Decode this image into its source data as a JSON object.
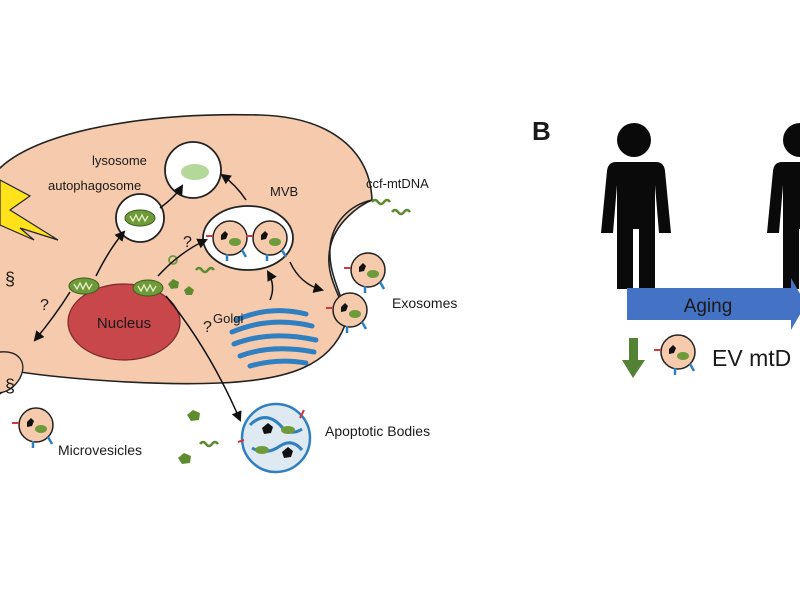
{
  "panel_b": {
    "letter": "B",
    "aging_label": "Aging",
    "ev_label": "EV mtD"
  },
  "cell": {
    "lysosome": "lysosome",
    "autophagosome": "autophagosome",
    "mvb": "MVB",
    "ccf_mtdna": "ccf-mtDNA",
    "nucleus": "Nucleus",
    "golgi": "Golgi",
    "exosomes": "Exosomes",
    "apoptotic_bodies": "Apoptotic Bodies",
    "microvesicles": "Microvesicles",
    "question_mark": "?"
  },
  "colors": {
    "cytoplasm": "#f6cbad",
    "nucleus": "#c7474b",
    "mito_green": "#6e9a3a",
    "golgi_blue": "#2f7fc1",
    "lightning": "#ffe21a",
    "aging_arrow": "#4472c4",
    "decrease_arrow": "#548235"
  }
}
